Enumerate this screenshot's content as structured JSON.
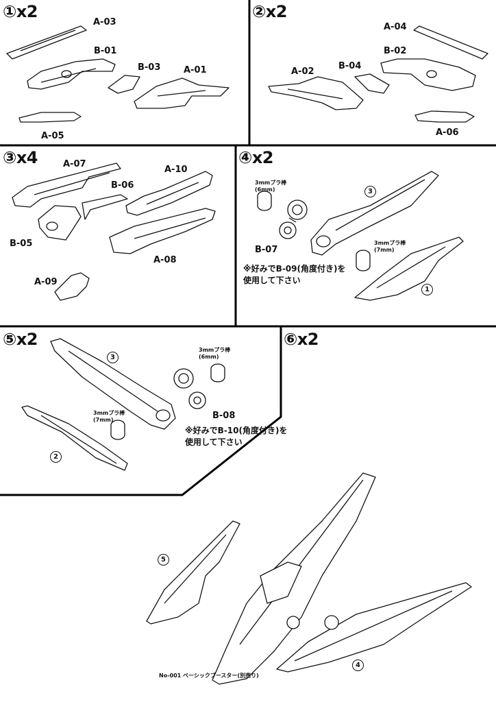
{
  "steps": {
    "s1": "①x2",
    "s2": "②x2",
    "s3": "③x4",
    "s4": "④x2",
    "s5": "⑤x2",
    "s6": "⑥x2"
  },
  "parts": {
    "a03": "A-03",
    "b01": "B-01",
    "b03": "B-03",
    "a01": "A-01",
    "a05": "A-05",
    "a04": "A-04",
    "b02": "B-02",
    "a02": "A-02",
    "b04": "B-04",
    "a06": "A-06",
    "a07": "A-07",
    "a10": "A-10",
    "b06": "B-06",
    "b05": "B-05",
    "a08": "A-08",
    "a09": "A-09",
    "b07": "B-07",
    "b08": "B-08"
  },
  "rods": {
    "r6": "3mmプラ棒\n(6mm)",
    "r7": "3mmプラ棒\n(7mm)"
  },
  "notes": {
    "n4": "※好みでB-09(角度付き)を\n使用して下さい",
    "n5": "※好みでB-10(角度付き)を\n使用して下さい"
  },
  "markers": {
    "m1": "1",
    "m2": "2",
    "m3": "3",
    "m4": "4",
    "m5": "5"
  },
  "footer": "No-001 ベーシックブースター(別売り)"
}
